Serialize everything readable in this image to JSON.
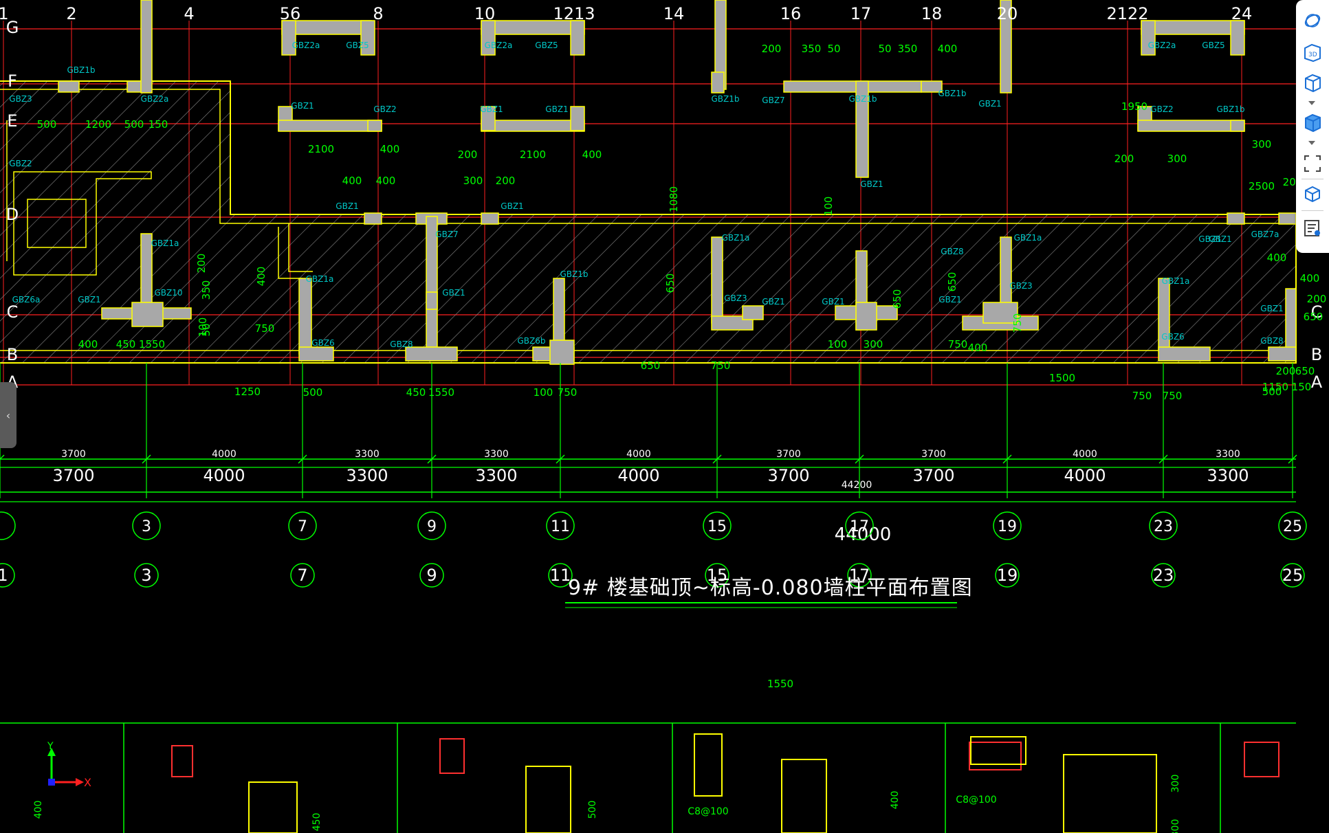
{
  "title": "9# 楼基础顶~标高-0.080墙柱平面布置图",
  "colors": {
    "background": "#000000",
    "grid_line": "#ff2020",
    "dimension": "#00ff00",
    "wall_outline": "#ffff00",
    "column_fill": "#a8a8a8",
    "tag_text": "#00c8c8",
    "title_text": "#ffffff"
  },
  "axes_top": [
    "1",
    "2",
    "4",
    "56",
    "8",
    "10",
    "1213",
    "14",
    "16",
    "17",
    "18",
    "20",
    "2122",
    "24"
  ],
  "axes_left": [
    "G",
    "F",
    "E",
    "D",
    "C",
    "B",
    "A"
  ],
  "axes_right": [
    "C",
    "B",
    "A"
  ],
  "axis_circles_bottom": [
    "3",
    "7",
    "9",
    "11",
    "15",
    "17",
    "19",
    "23",
    "25"
  ],
  "axis_labels_bottom": [
    "1",
    "3",
    "7",
    "9",
    "11",
    "15",
    "17",
    "19",
    "23",
    "25"
  ],
  "span_small": [
    "3700",
    "4000",
    "3300",
    "3300",
    "4000",
    "3700",
    "3700",
    "4000",
    "3300"
  ],
  "span_large": [
    "3700",
    "4000",
    "3300",
    "3300",
    "4000",
    "3700",
    "3700",
    "4000",
    "3300"
  ],
  "total_small": "44200",
  "total_large": "44000",
  "tags": [
    "GBZ1b",
    "GBZ2a",
    "GBZ5",
    "GBZ2a",
    "GBZ5",
    "GBZ2a",
    "GBZ5",
    "GBZ3",
    "GBZ2a",
    "GBZ1",
    "GBZ2",
    "GBZ1",
    "GBZ1",
    "GBZ2",
    "GBZ1b",
    "GBZ1b",
    "GBZ7",
    "GBZ1b",
    "GBZ1b",
    "GBZ1",
    "GBZ2",
    "GBZ1",
    "GBZ1",
    "GBZ1",
    "GBZ1",
    "GBZ7",
    "GBZ1a",
    "GBZ10",
    "GBZ6a",
    "GBZ1",
    "GBZ1a",
    "GBZ6",
    "GBZ8",
    "GBZ1",
    "GBZ1b",
    "GBZ6b",
    "GBZ1a",
    "GBZ3",
    "GBZ1",
    "GBZ1",
    "GBZ8",
    "GBZ1a",
    "GBZ3",
    "GBZ1",
    "GBZ1a",
    "GBZ6",
    "GBZ8",
    "GBZ1",
    "GBZ1",
    "GBZ7a"
  ],
  "dims": [
    "500",
    "1200",
    "500",
    "150",
    "2100",
    "400",
    "200",
    "2100",
    "400",
    "200",
    "350",
    "50",
    "50",
    "350",
    "400",
    "200",
    "300",
    "400",
    "400",
    "300",
    "200",
    "2500",
    "200",
    "350",
    "50",
    "400",
    "450",
    "1550",
    "100",
    "400",
    "750",
    "500",
    "450",
    "1550",
    "100",
    "750",
    "650",
    "650",
    "750",
    "100",
    "300",
    "750",
    "400",
    "750",
    "750",
    "1150",
    "150",
    "100",
    "750",
    "650",
    "650",
    "1080",
    "1250",
    "1550",
    "1500",
    "1950",
    "300",
    "200",
    "400",
    "650",
    "500",
    "200",
    "650",
    "400",
    "200"
  ],
  "bottom_details": [
    "C8@100",
    "C8@100",
    "400",
    "450",
    "500",
    "400",
    "300",
    "300"
  ],
  "toolbar": {
    "buttons": [
      {
        "name": "orbit-icon"
      },
      {
        "name": "3d-view-icon",
        "text": "3D"
      },
      {
        "name": "view-cube-icon"
      },
      {
        "name": "shaded-cube-icon"
      },
      {
        "name": "zoom-extents-icon"
      },
      {
        "name": "layer-box-icon"
      },
      {
        "name": "properties-list-icon"
      }
    ]
  }
}
